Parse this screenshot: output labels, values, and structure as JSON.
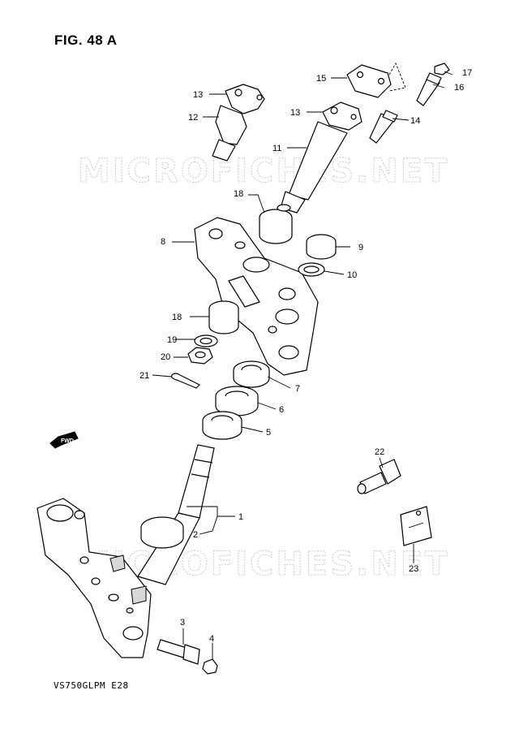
{
  "figure": {
    "title": "FIG. 48 A",
    "model_code": "VS750GLPM  E28"
  },
  "watermark": {
    "text": "MICROFICHES.NET"
  },
  "fwd_label": "FWD",
  "callouts": {
    "c1": "1",
    "c2": "2",
    "c3": "3",
    "c4": "4",
    "c5": "5",
    "c6": "6",
    "c7": "7",
    "c8": "8",
    "c9": "9",
    "c10": "10",
    "c11": "11",
    "c12": "12",
    "c13a": "13",
    "c13b": "13",
    "c14": "14",
    "c15": "15",
    "c16": "16",
    "c17": "17",
    "c18a": "18",
    "c18b": "18",
    "c19": "19",
    "c20": "20",
    "c21": "21",
    "c22": "22",
    "c23": "23"
  }
}
